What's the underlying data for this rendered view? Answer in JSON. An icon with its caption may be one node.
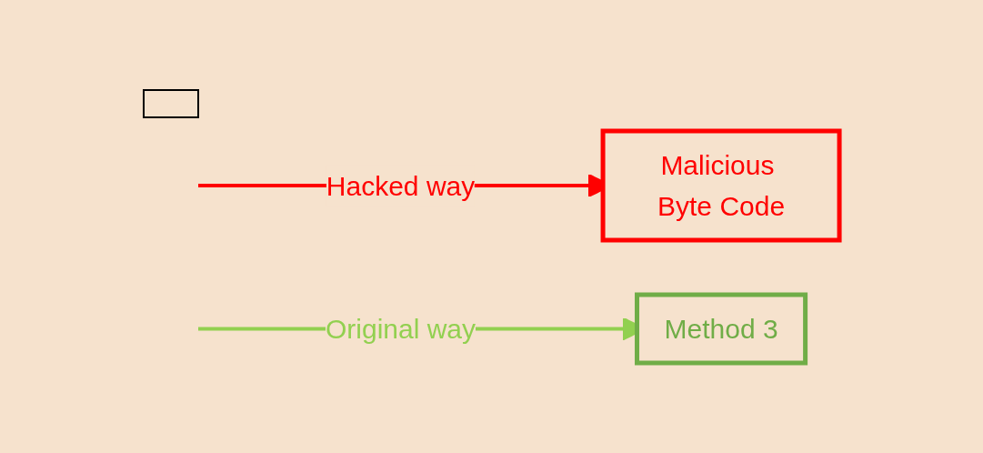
{
  "diagram": {
    "nodes": [
      {
        "text": [],
        "shape": "box"
      },
      {
        "text": [
          "Malicious Byte Code"
        ]
      },
      {
        "text": [
          "Method 3"
        ]
      }
    ],
    "edges": [
      {
        "from": null,
        "to": 1,
        "arrow": "to",
        "label": "Hacked way",
        "color": "#ff0000"
      },
      {
        "from": null,
        "to": 2,
        "arrow": "to",
        "label": "Original way",
        "color": "#92d050"
      }
    ]
  }
}
